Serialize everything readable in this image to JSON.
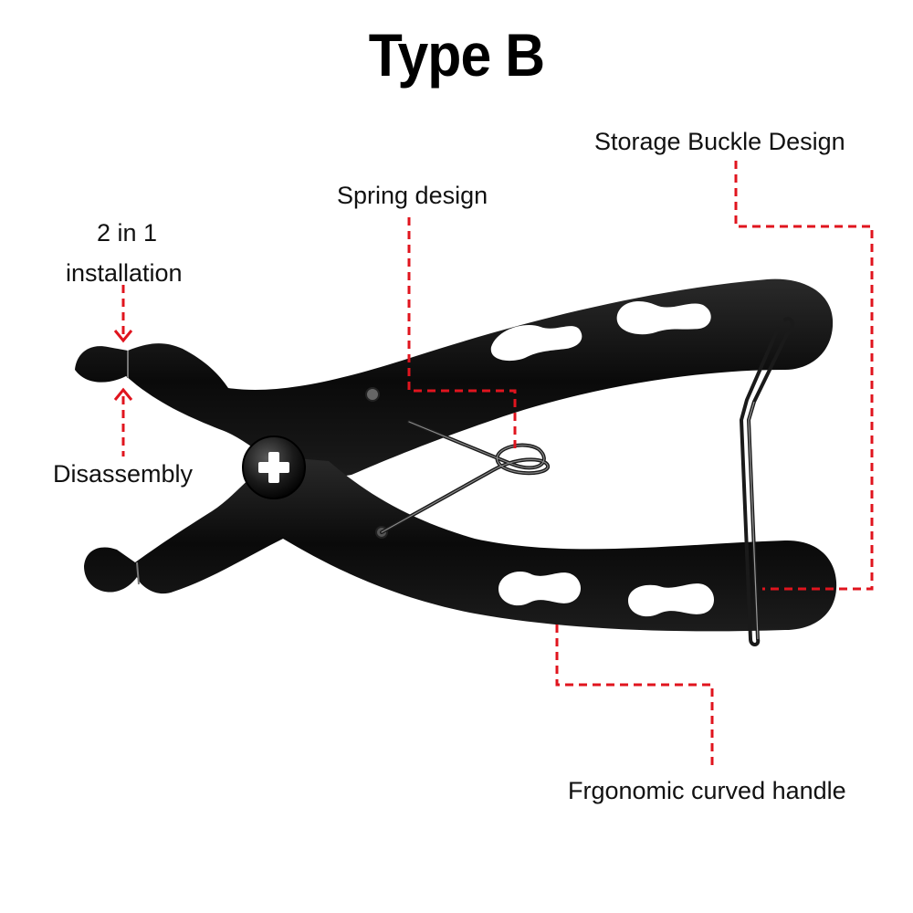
{
  "title": "Type B",
  "labels": {
    "storage": "Storage Buckle Design",
    "spring": "Spring design",
    "two_in_one_line1": "2 in 1",
    "two_in_one_line2": "installation",
    "disassembly": "Disassembly",
    "handle": "Frgonomic curved handle"
  },
  "colors": {
    "annotation_line": "#e0141e",
    "tool_body": "#0d0d0d",
    "text": "#111111"
  }
}
